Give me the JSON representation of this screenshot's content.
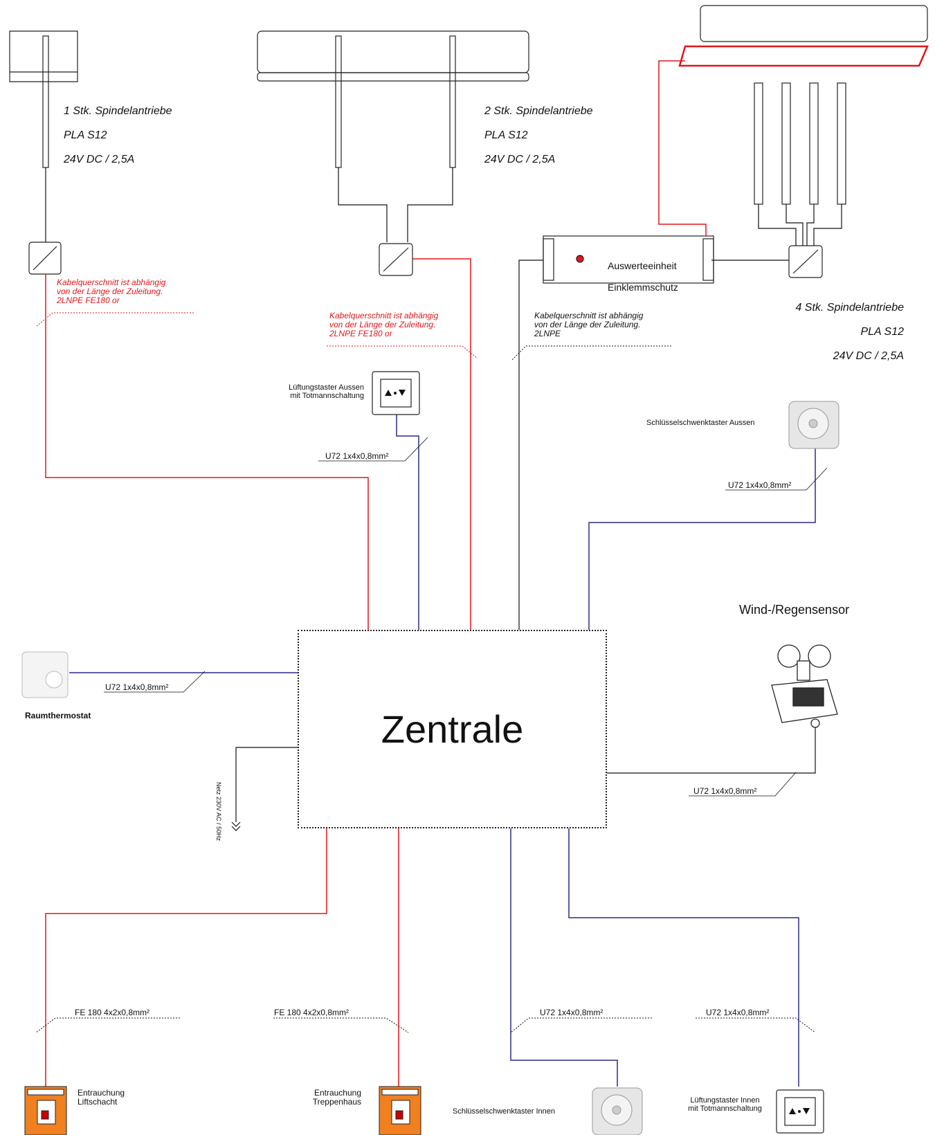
{
  "actuators": {
    "one": {
      "line1": "1 Stk. Spindelantriebe",
      "line2": "PLA S12",
      "line3": "24V DC / 2,5A"
    },
    "two": {
      "line1": "2 Stk. Spindelantriebe",
      "line2": "PLA S12",
      "line3": "24V DC / 2,5A"
    },
    "four": {
      "line1": "4 Stk. Spindelantriebe",
      "line2": "PLA S12",
      "line3": "24V DC / 2,5A"
    }
  },
  "notes": {
    "cable_red_1": "Kabelquerschnitt ist abhängig\nvon der Länge der Zuleitung.\n2LNPE FE180 or",
    "cable_red_2": "Kabelquerschnitt ist abhängig\nvon der Länge der Zuleitung.\n2LNPE FE180 or",
    "cable_black": "Kabelquerschnitt ist abhängig\nvon der Länge der Zuleitung.\n2LNPE"
  },
  "evaluation_unit": {
    "line1": "Auswerteeinheit",
    "line2": "Einklemmschutz"
  },
  "devices": {
    "vent_switch_outside": "Lüftungstaster Aussen\nmit Totmannschaltung",
    "key_switch_outside": "Schlüsselschwenktaster Aussen",
    "wind_rain_sensor": "Wind-/Regensensor",
    "room_thermostat": "Raumthermostat",
    "mains": "Netz 230V AC / 50Hz",
    "smoke_lift": "Entrauchung\nLiftschacht",
    "smoke_stair": "Entrauchung\nTreppenhaus",
    "key_switch_inside": "Schlüsselschwenktaster Innen",
    "vent_switch_inside": "Lüftungstaster Innen\nmit Totmannschaltung"
  },
  "central": {
    "label": "Zentrale"
  },
  "cables": {
    "u72_vent_outside": "U72 1x4x0,8mm²",
    "u72_key_outside": "U72 1x4x0,8mm²",
    "u72_thermostat": "U72 1x4x0,8mm²",
    "u72_wind": "U72 1x4x0,8mm²",
    "fe180_lift": "FE 180 4x2x0,8mm²",
    "fe180_stair": "FE 180 4x2x0,8mm²",
    "u72_key_inside": "U72 1x4x0,8mm²",
    "u72_vent_inside": "U72 1x4x0,8mm²"
  },
  "colors": {
    "red": "#e2161a",
    "blue": "#2a2a8c",
    "black": "#111111",
    "orange": "#f08020"
  }
}
